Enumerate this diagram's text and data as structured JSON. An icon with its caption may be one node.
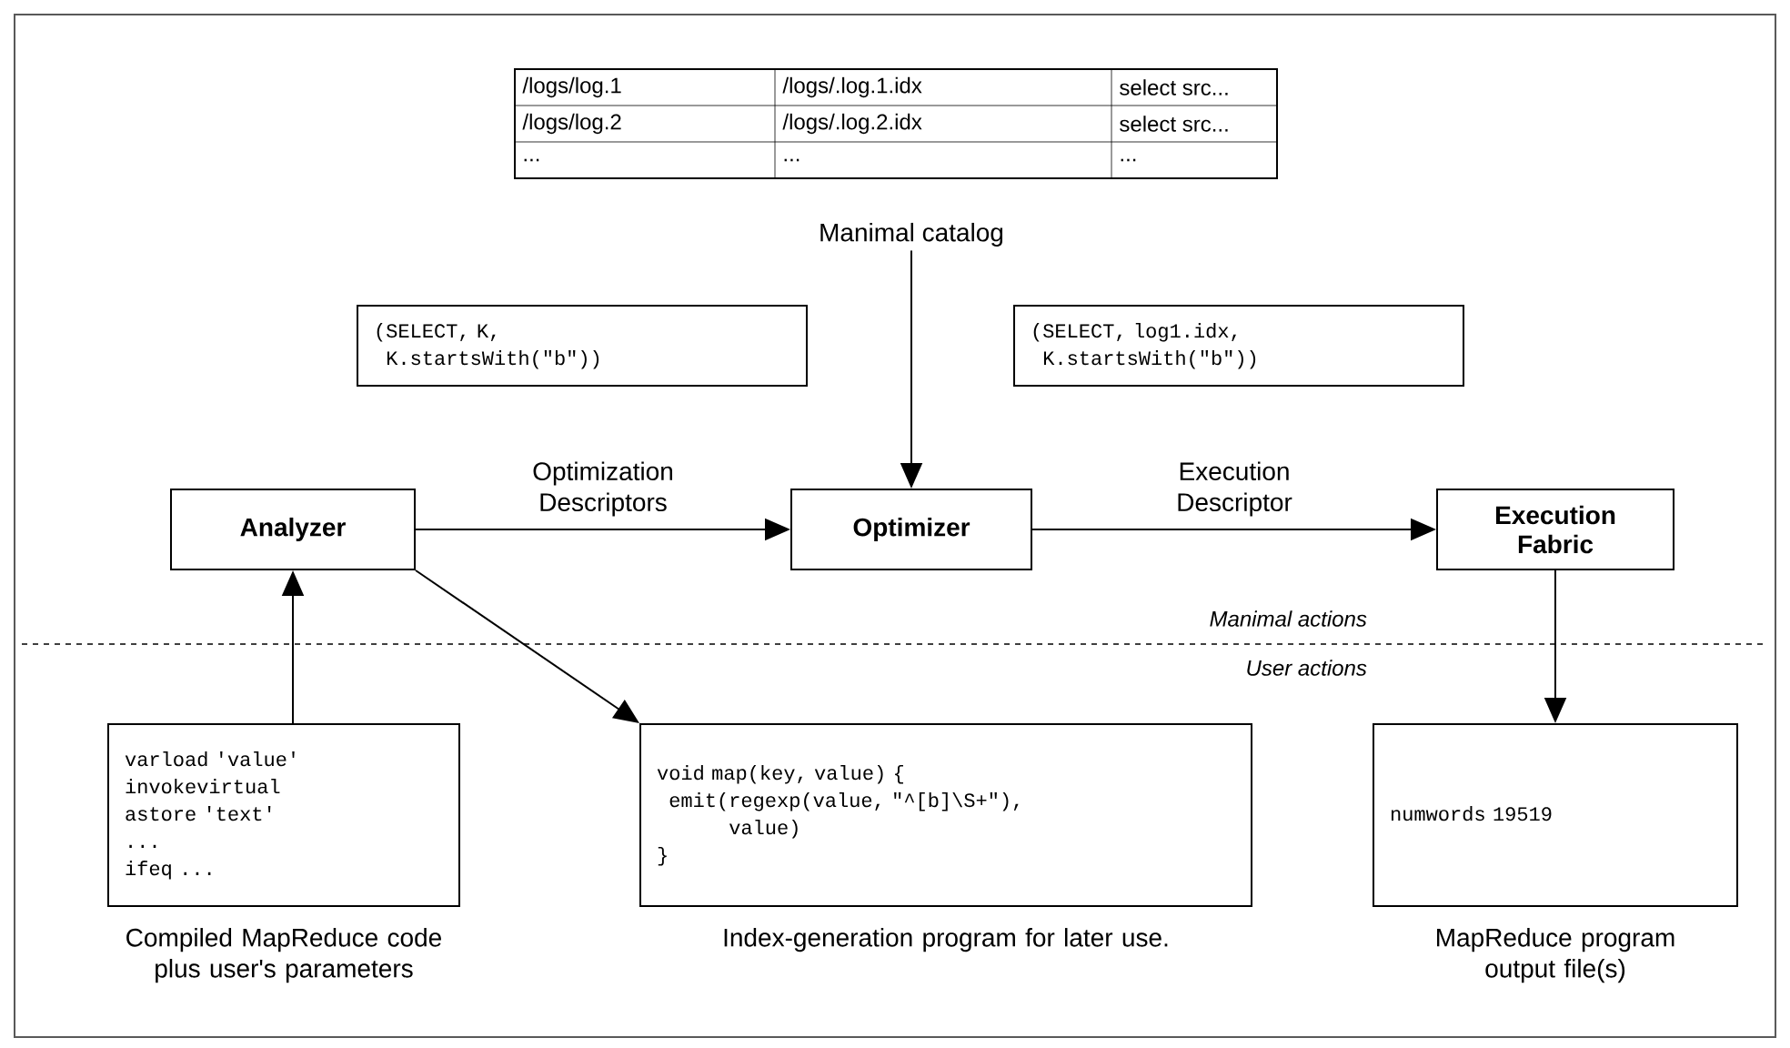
{
  "diagram": {
    "nodes": [
      {
        "text": [
          "Manimal catalog"
        ]
      },
      {
        "text": [
          "(SELECT, K,",
          "K.startsWith(\"b\"))"
        ]
      },
      {
        "text": [
          "(SELECT, log1.idx,",
          "K.startsWith(\"b\"))"
        ]
      },
      {
        "text": [
          "Analyzer"
        ]
      },
      {
        "text": [
          "Optimizer"
        ]
      },
      {
        "text": [
          "Execution Fabric"
        ]
      },
      {
        "text": [
          "varload 'value'",
          "invokevirtual",
          "astore 'text'",
          "...",
          "ifeq ..."
        ],
        "beside": [
          "Compiled MapReduce code plus user's parameters"
        ]
      },
      {
        "text": [
          "void map(key, value) {",
          "emit(regexp(value, \"^[b]\\S+\"),",
          "value)",
          "}"
        ],
        "beside": [
          "Index-generation program for later use."
        ]
      },
      {
        "text": [
          "numwords 19519"
        ],
        "beside": [
          "MapReduce program output file(s)"
        ]
      }
    ],
    "edges": [
      {
        "from": 0,
        "to": 4,
        "arrow": "to"
      },
      {
        "from": 3,
        "to": 4,
        "arrow": "to",
        "label": "Optimization Descriptors"
      },
      {
        "from": 4,
        "to": 5,
        "arrow": "to",
        "label": "Execution Descriptor"
      },
      {
        "from": 6,
        "to": 3,
        "arrow": "to"
      },
      {
        "from": 3,
        "to": 7,
        "arrow": "to"
      },
      {
        "from": 5,
        "to": 8,
        "arrow": "to"
      }
    ],
    "labels": [
      "/logs/log.1",
      "/logs/.log.1.idx",
      "select src...",
      "/logs/log.2",
      "/logs/.log.2.idx",
      "select src...",
      "...",
      "...",
      "...",
      "Manimal actions",
      "User actions"
    ]
  }
}
